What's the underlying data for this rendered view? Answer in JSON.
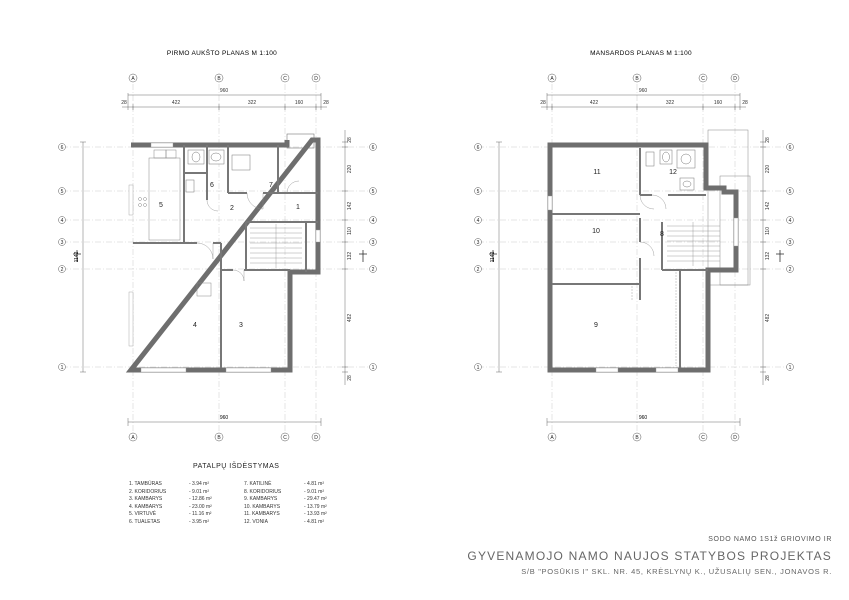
{
  "plans": {
    "left": {
      "title": "PIRMO AUKŠTO PLANAS M 1:100",
      "axes_top": [
        "A",
        "B",
        "C",
        "D"
      ],
      "axes_bottom": [
        "A",
        "B",
        "C",
        "D"
      ],
      "dims_top_total": "960",
      "dims_top": [
        "28",
        "422",
        "322",
        "160",
        "28"
      ],
      "dims_bottom_total": "960",
      "axes_side": [
        "6",
        "5",
        "4",
        "3",
        "2",
        "1"
      ],
      "dims_side": [
        "28",
        "220",
        "142",
        "110",
        "132",
        "482",
        "28"
      ],
      "dim_height": "1142",
      "rooms": [
        "1",
        "2",
        "3",
        "4",
        "5",
        "6",
        "7"
      ]
    },
    "right": {
      "title": "MANSARDOS PLANAS M 1:100",
      "axes_top": [
        "A",
        "B",
        "C",
        "D"
      ],
      "axes_bottom": [
        "A",
        "B",
        "C",
        "D"
      ],
      "dims_top_total": "960",
      "dims_top": [
        "28",
        "422",
        "322",
        "160",
        "28"
      ],
      "dims_bottom_total": "960",
      "axes_side": [
        "6",
        "5",
        "4",
        "3",
        "2",
        "1"
      ],
      "dims_side": [
        "28",
        "220",
        "142",
        "110",
        "132",
        "482",
        "28"
      ],
      "dim_height": "1142",
      "rooms": [
        "8",
        "9",
        "10",
        "11",
        "12"
      ]
    }
  },
  "legend": {
    "title": "PATALPŲ IŠDĖSTYMAS",
    "left": [
      {
        "name": "1. TAMBŪRAS",
        "area": "- 3.94 m²"
      },
      {
        "name": "2. KORIDORIUS",
        "area": "- 9.01 m²"
      },
      {
        "name": "3. KAMBARYS",
        "area": "- 12.86 m²"
      },
      {
        "name": "4. KAMBARYS",
        "area": "- 23.00 m²"
      },
      {
        "name": "5. VIRTUVĖ",
        "area": "- 11.16 m²"
      },
      {
        "name": "6. TUALETAS",
        "area": "- 3.95 m²"
      }
    ],
    "right": [
      {
        "name": "7. KATILINĖ",
        "area": "- 4.81 m²"
      },
      {
        "name": "8. KORIDORIUS",
        "area": "- 9.01 m²"
      },
      {
        "name": "9. KAMBARYS",
        "area": "- 29.47 m²"
      },
      {
        "name": "10. KAMBARYS",
        "area": "- 13.79 m²"
      },
      {
        "name": "11. KAMBARYS",
        "area": "- 13.93 m²"
      },
      {
        "name": "12. VONIA",
        "area": "- 4.81 m²"
      }
    ]
  },
  "title_block": {
    "line1": "SODO NAMO 1S1ž GRIOVIMO IR",
    "line2": "GYVENAMOJO NAMO NAUJOS STATYBOS PROJEKTAS",
    "line3": "S/B \"POSŪKIS I\" SKL. NR. 45, KRĖSLYNŲ K., UŽUSALIŲ SEN., JONAVOS R."
  },
  "colors": {
    "wall": "#6e6e6e",
    "line": "#555555",
    "grid": "#bbbbbb"
  }
}
